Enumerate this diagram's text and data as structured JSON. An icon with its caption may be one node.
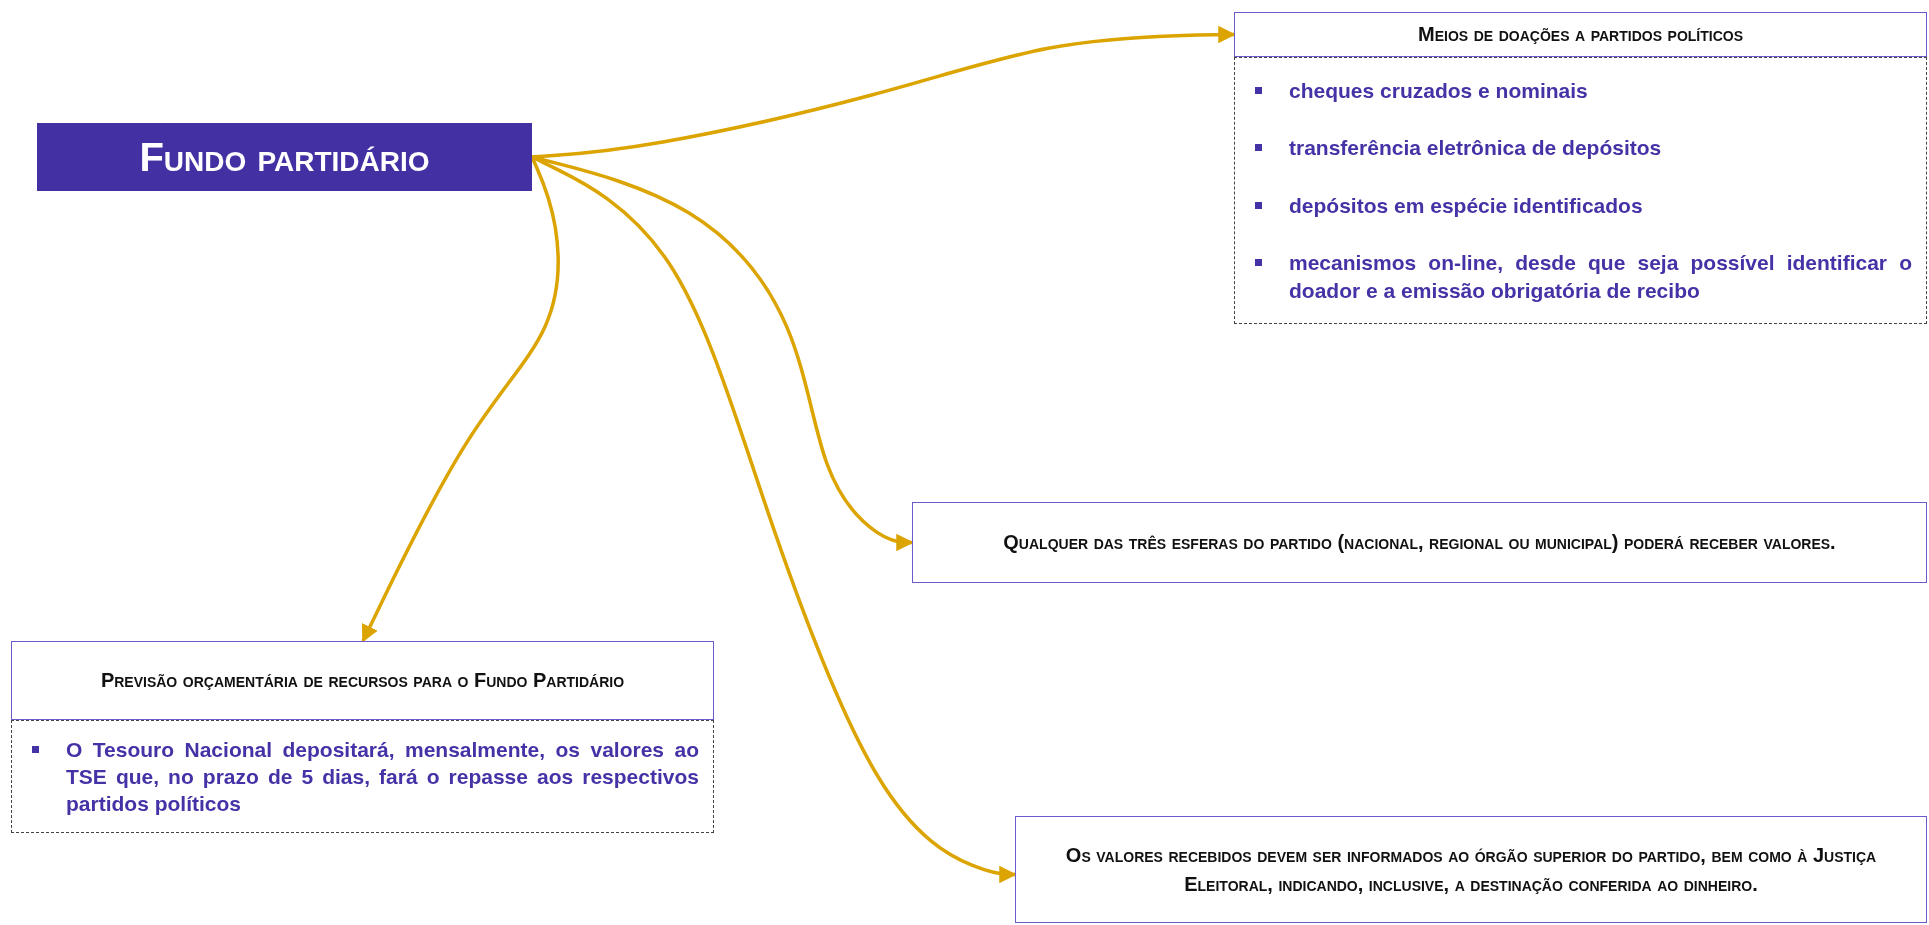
{
  "diagram": {
    "nodes": [
      {
        "text": [
          "Fundo partidário"
        ]
      },
      {
        "text": [
          "Meios de doações a partidos políticos"
        ]
      },
      {
        "text": [
          "cheques cruzados e nominais",
          "transferência eletrônica de depósitos",
          "depósitos em espécie identificados",
          "mecanismos on-line, desde que seja possível identificar o doador e a emissão obrigatória de recibo"
        ]
      },
      {
        "text": [
          "Qualquer das três esferas do partido (nacional, regional ou municipal) poderá receber valores."
        ]
      },
      {
        "text": [
          "Previsão orçamentária de recursos para o Fundo Partidário"
        ]
      },
      {
        "text": [
          "O Tesouro Nacional depositará, mensalmente, os valores ao TSE que, no prazo de 5 dias, fará o repasse aos respectivos partidos políticos"
        ]
      },
      {
        "text": [
          "Os valores recebidos devem ser informados ao órgão superior do partido, bem como à Justiça Eleitoral, indicando, inclusive, a destinação conferida ao dinheiro."
        ]
      }
    ],
    "edges": [
      {
        "from": 0,
        "to": 1,
        "arrow": "to"
      },
      {
        "from": 0,
        "to": 3,
        "arrow": "to"
      },
      {
        "from": 0,
        "to": 6,
        "arrow": "to"
      },
      {
        "from": 0,
        "to": 4,
        "arrow": "to"
      }
    ]
  }
}
